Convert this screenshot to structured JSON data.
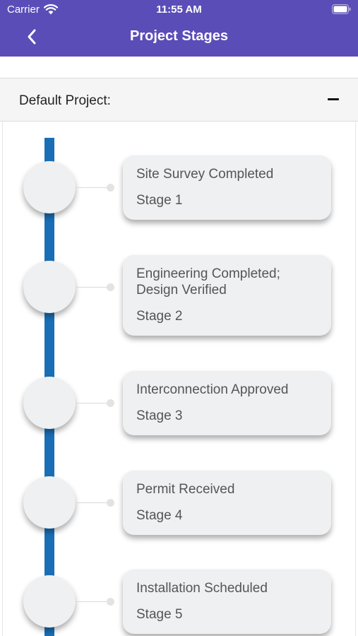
{
  "status": {
    "carrier": "Carrier",
    "time": "11:55 AM"
  },
  "nav": {
    "title": "Project Stages"
  },
  "section": {
    "title": "Default Project:"
  },
  "colors": {
    "header": "#5b4db8",
    "timeline": "#1a6eb5",
    "card": "#eef0f2"
  },
  "stages": [
    {
      "title": "Site Survey Completed",
      "subtitle": "Stage 1"
    },
    {
      "title": "Engineering Completed; Design Verified",
      "subtitle": "Stage 2"
    },
    {
      "title": "Interconnection Approved",
      "subtitle": "Stage 3"
    },
    {
      "title": "Permit Received",
      "subtitle": "Stage 4"
    },
    {
      "title": "Installation Scheduled",
      "subtitle": "Stage 5"
    }
  ]
}
